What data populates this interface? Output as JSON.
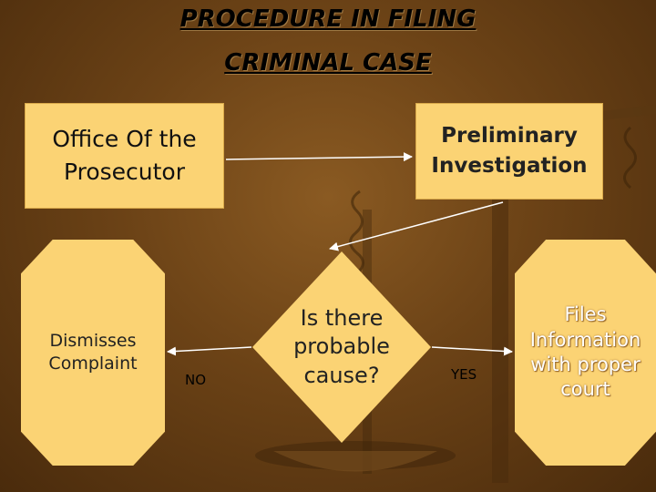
{
  "title": {
    "line1": "PROCEDURE IN  FILING",
    "line2": "CRIMINAL CASE"
  },
  "nodes": {
    "prosecutor": "Office Of the Prosecutor",
    "preliminary": "Preliminary Investigation",
    "question": "Is there probable cause?",
    "dismisses": "Dismisses Complaint",
    "files": "Files Information with proper court"
  },
  "edges": {
    "no": "NO",
    "yes": "YES"
  },
  "colors": {
    "box_fill": "#fbd374",
    "background": "#6b4216"
  }
}
